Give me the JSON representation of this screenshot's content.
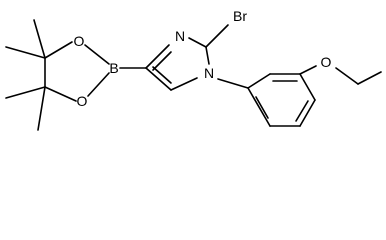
{
  "molecule": {
    "atoms": {
      "n_imine": "N",
      "n_aryl": "N",
      "bromine": "Br",
      "boron": "B",
      "oxygen_top": "O",
      "oxygen_bottom": "O",
      "oxygen_methoxy": "O"
    },
    "colors": {
      "bond": "#000000",
      "label": "#000000",
      "background": "#ffffff"
    }
  }
}
